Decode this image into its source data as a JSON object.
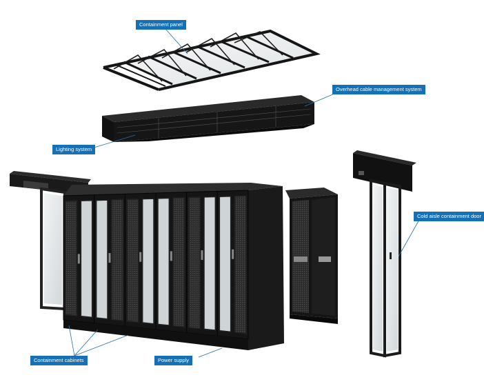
{
  "labels": {
    "containment_panel": "Containment panel",
    "overhead_cable": "Overhead cable management system",
    "lighting": "Lighting system",
    "cold_aisle_door": "Cold aisle containment door",
    "containment_cabinets": "Containment cabinets",
    "power_supply": "Power supply"
  },
  "colors": {
    "callout_bg": "#1570b5",
    "callout_text": "#ffffff",
    "leader_line": "#2a6fad",
    "frame": "#1b1b1b",
    "body": "#141414",
    "glass": "#e4e8ea",
    "mesh": "#3a3a3a"
  }
}
